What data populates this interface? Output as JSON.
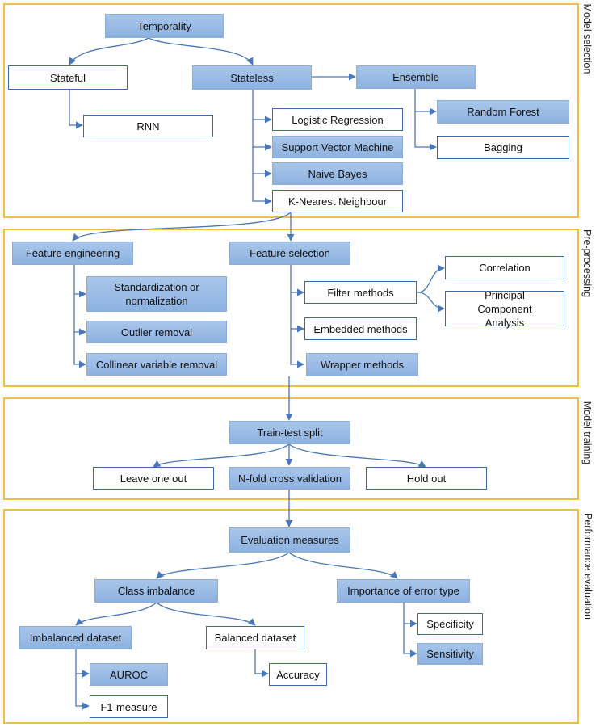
{
  "sections": {
    "model_selection": "Model selection",
    "pre_processing": "Pre-processing",
    "model_training": "Model training",
    "performance_evaluation": "Performance evaluation"
  },
  "nodes": {
    "temporality": "Temporality",
    "stateful": "Stateful",
    "stateless": "Stateless",
    "ensemble": "Ensemble",
    "rnn": "RNN",
    "logistic_regression": "Logistic Regression",
    "svm": "Support Vector Machine",
    "naive_bayes": "Naive Bayes",
    "knn": "K-Nearest Neighbour",
    "random_forest": "Random Forest",
    "bagging": "Bagging",
    "feature_engineering": "Feature engineering",
    "feature_selection": "Feature selection",
    "standardization": "Standardization or normalization",
    "outlier_removal": "Outlier removal",
    "collinear_removal": "Collinear variable removal",
    "filter_methods": "Filter methods",
    "embedded_methods": "Embedded methods",
    "wrapper_methods": "Wrapper methods",
    "correlation": "Correlation",
    "pca": "Principal Component Analysis",
    "train_test_split": "Train-test split",
    "leave_one_out": "Leave one out",
    "n_fold_cv": "N-fold cross validation",
    "hold_out": "Hold out",
    "evaluation_measures": "Evaluation measures",
    "class_imbalance": "Class imbalance",
    "importance_error_type": "Importance of error type",
    "imbalanced_dataset": "Imbalanced dataset",
    "balanced_dataset": "Balanced dataset",
    "auroc": "AUROC",
    "f1_measure": "F1-measure",
    "accuracy": "Accuracy",
    "specificity": "Specificity",
    "sensitivity": "Sensitivity"
  },
  "colors": {
    "section_border": "#f0c040",
    "edge": "#4a77b8",
    "blue_fill": "#9dbde6",
    "white_border": "#3a6aa8"
  }
}
